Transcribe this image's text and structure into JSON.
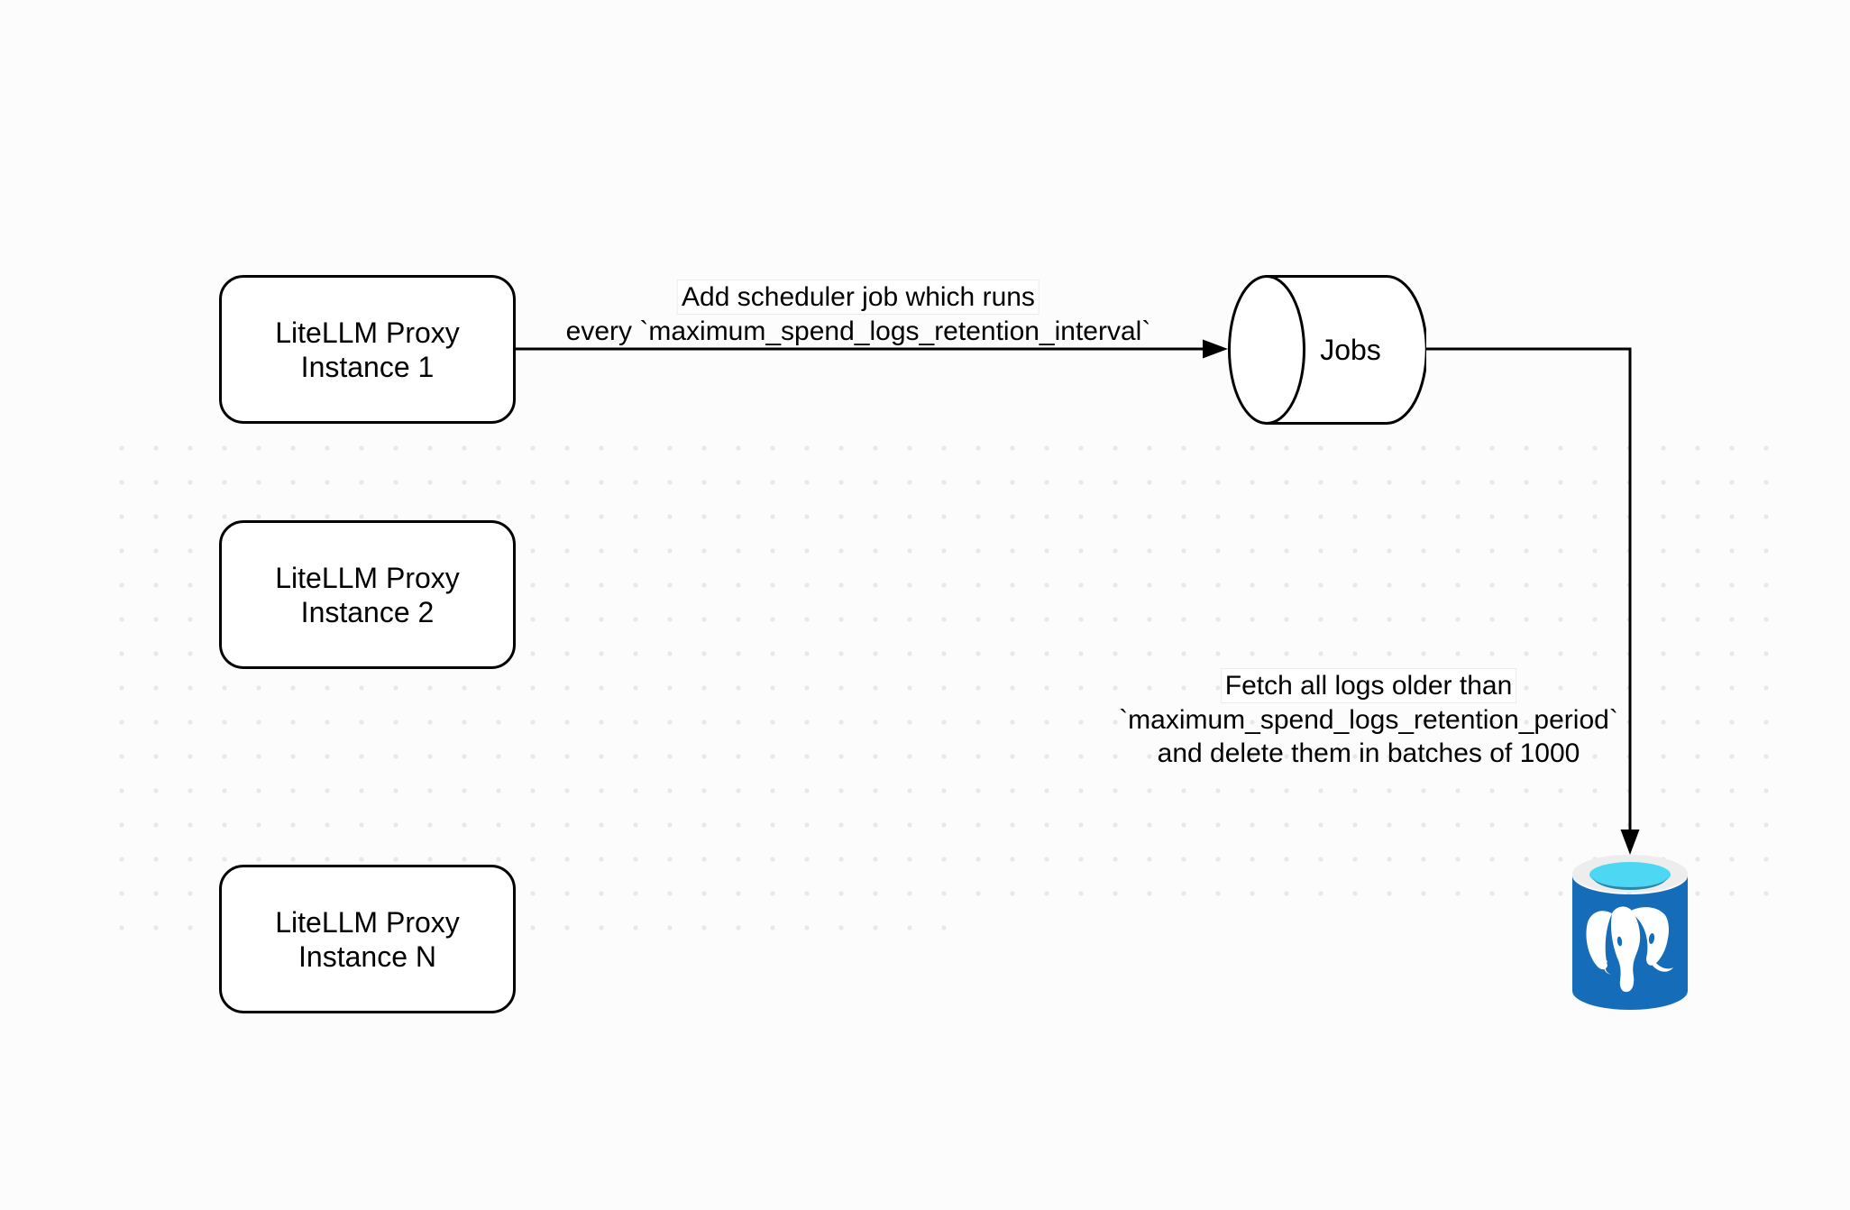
{
  "canvas": {
    "background_color": "#fcfcfc",
    "dot_color": "#e8e8e8",
    "stroke_color": "#000000",
    "node_fill_color": "#ffffff"
  },
  "nodes": [
    {
      "line1": "LiteLLM Proxy",
      "line2": "Instance 1"
    },
    {
      "line1": "LiteLLM Proxy",
      "line2": "Instance 2"
    },
    {
      "line1": "LiteLLM Proxy",
      "line2": "Instance N"
    }
  ],
  "queue": {
    "label": "Jobs"
  },
  "edges": [
    {
      "line1": "Add scheduler job which runs",
      "line2": "every `maximum_spend_logs_retention_interval`"
    },
    {
      "line1": "Fetch all logs older than",
      "line2": "`maximum_spend_logs_retention_period`",
      "line3": "and delete them in batches of 1000"
    }
  ],
  "database": {
    "kind": "postgresql",
    "body_color": "#156cb8",
    "rim_color": "#ededed",
    "water_top_color": "#4dd7f2",
    "water_deep_color": "#2a86ab",
    "elephant_color": "#ffffff"
  }
}
